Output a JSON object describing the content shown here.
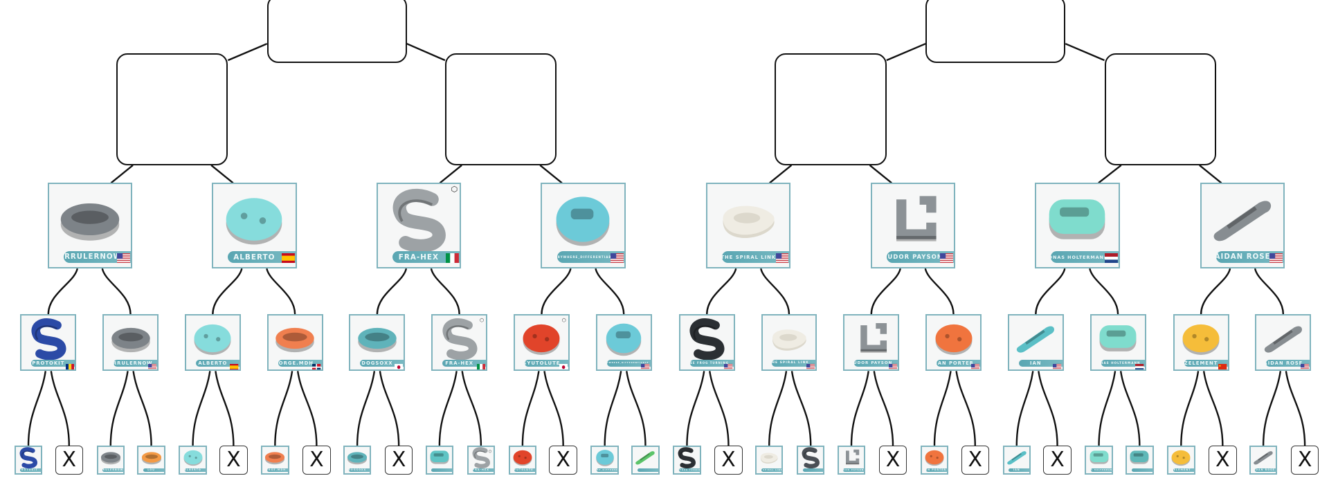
{
  "bracket": {
    "final_slots": [
      {
        "label": ""
      },
      {
        "label": ""
      }
    ],
    "quarterfinal_slots": [
      {
        "label": ""
      },
      {
        "label": ""
      },
      {
        "label": ""
      },
      {
        "label": ""
      }
    ],
    "round_of_16": [
      {
        "name": "URRULERNOW",
        "flag": "us",
        "shape": "oval-ring",
        "color": "#7d8388"
      },
      {
        "name": "ALBERTO",
        "flag": "es",
        "shape": "disc",
        "color": "#86dcdc"
      },
      {
        "name": "FRA-HEX",
        "flag": "it",
        "shape": "s-hook",
        "color": "#9da2a5",
        "logo": "HX"
      },
      {
        "name": "EVERYWHERE_DIFFERENTIABLE",
        "flag": "us",
        "shape": "blob",
        "color": "#6ccad8"
      },
      {
        "name": "THE SPIRAL LINK",
        "flag": "us",
        "shape": "flat-ring",
        "color": "#efece3"
      },
      {
        "name": "TUDOR PAYSON",
        "flag": "us",
        "shape": "c-hook",
        "color": "#8c9296"
      },
      {
        "name": "JONAS HOLTERMANN",
        "flag": "nl",
        "shape": "box-ring",
        "color": "#7fdccd"
      },
      {
        "name": "AIDAN ROSE",
        "flag": "us",
        "shape": "clip",
        "color": "#878d91"
      }
    ],
    "round_of_32": [
      {
        "name": "PROTOKIT",
        "flag": "ro",
        "shape": "s-hook",
        "color": "#2b4aa6"
      },
      {
        "name": "URRULERNOW",
        "flag": "us",
        "shape": "oval-ring",
        "color": "#7d8388"
      },
      {
        "name": "ALBERTO",
        "flag": "es",
        "shape": "disc",
        "color": "#86dcdc"
      },
      {
        "name": "JORGE.MDH",
        "flag": "do",
        "shape": "oval-ring",
        "color": "#f07f4f"
      },
      {
        "name": "DOGSOXX",
        "flag": "jp",
        "shape": "oval-ring",
        "color": "#5fb3ba"
      },
      {
        "name": "FRA-HEX",
        "flag": "it",
        "shape": "s-hook",
        "color": "#9da2a5",
        "logo": "HX"
      },
      {
        "name": "SYUTOLUTE",
        "flag": "jp",
        "shape": "disc",
        "color": "#e1442a",
        "logo": "HX"
      },
      {
        "name": "EVERYWHERE_DIFFERENTIABLE",
        "flag": "us",
        "shape": "blob",
        "color": "#6ccad8"
      },
      {
        "name": "FREE FROG TURNING",
        "flag": "us",
        "shape": "s-hook",
        "color": "#2b2f33"
      },
      {
        "name": "THE SPIRAL LINK",
        "flag": "us",
        "shape": "flat-ring",
        "color": "#efece3"
      },
      {
        "name": "TUDOR PAYSON",
        "flag": "us",
        "shape": "c-hook",
        "color": "#8c9296"
      },
      {
        "name": "DAN PORTER",
        "flag": "us",
        "shape": "disc",
        "color": "#f0743e"
      },
      {
        "name": "IAN",
        "flag": "us",
        "shape": "clip",
        "color": "#5bbfc6"
      },
      {
        "name": "JONAS HOLTERMANN",
        "flag": "nl",
        "shape": "box-ring",
        "color": "#7fdccd"
      },
      {
        "name": "ZELEMENT",
        "flag": "cn",
        "shape": "disc",
        "color": "#f5bd3a"
      },
      {
        "name": "AIDAN ROSE",
        "flag": "us",
        "shape": "clip",
        "color": "#878d91"
      }
    ],
    "round_of_64": [
      {
        "name": "PROTOKIT",
        "flag": "ro",
        "shape": "s-hook",
        "color": "#2b4aa6"
      },
      {
        "bye": true,
        "label": "X"
      },
      {
        "name": "URRULERNOW",
        "flag": "us",
        "shape": "oval-ring",
        "color": "#7d8388"
      },
      {
        "name": "LOU",
        "flag": "us",
        "shape": "oval-ring",
        "color": "#f39a45"
      },
      {
        "name": "ALBERTO",
        "flag": "es",
        "shape": "disc",
        "color": "#86dcdc"
      },
      {
        "bye": true,
        "label": "X"
      },
      {
        "name": "JORGE.MDH",
        "flag": "do",
        "shape": "oval-ring",
        "color": "#f07f4f"
      },
      {
        "bye": true,
        "label": "X"
      },
      {
        "name": "DOGSOXX",
        "flag": "jp",
        "shape": "oval-ring",
        "color": "#5fb3ba"
      },
      {
        "bye": true,
        "label": "X"
      },
      {
        "name": "",
        "flag": "",
        "shape": "box-ring",
        "color": "#5fc4c4"
      },
      {
        "name": "FRA-HEX",
        "flag": "it",
        "shape": "s-hook",
        "color": "#9da2a5",
        "logo": "HX"
      },
      {
        "name": "SYUTOLUTE",
        "flag": "jp",
        "shape": "disc",
        "color": "#e1442a"
      },
      {
        "bye": true,
        "label": "X"
      },
      {
        "name": "EVERYWHERE_DIFFERENTIABLE",
        "flag": "us",
        "shape": "blob",
        "color": "#6ccad8"
      },
      {
        "name": "",
        "flag": "us",
        "shape": "clip",
        "color": "#5cc46a"
      },
      {
        "name": "FREE FROG TURNING",
        "flag": "us",
        "shape": "s-hook",
        "color": "#2b2f33"
      },
      {
        "bye": true,
        "label": "X"
      },
      {
        "name": "THE SPIRAL LINK",
        "flag": "us",
        "shape": "flat-ring",
        "color": "#efece3"
      },
      {
        "name": "",
        "flag": "",
        "shape": "s-hook",
        "color": "#4a4f55"
      },
      {
        "name": "TUDOR PAYSON",
        "flag": "us",
        "shape": "c-hook",
        "color": "#8c9296"
      },
      {
        "bye": true,
        "label": "X"
      },
      {
        "name": "DAN PORTER",
        "flag": "us",
        "shape": "disc",
        "color": "#f0743e"
      },
      {
        "bye": true,
        "label": "X"
      },
      {
        "name": "IAN",
        "flag": "us",
        "shape": "clip",
        "color": "#5bbfc6"
      },
      {
        "bye": true,
        "label": "X"
      },
      {
        "name": "JONAS HOLTERMANN",
        "flag": "nl",
        "shape": "box-ring",
        "color": "#7fdccd"
      },
      {
        "name": "",
        "flag": "us",
        "shape": "box-ring",
        "color": "#5fb8b8"
      },
      {
        "name": "ZELEMENT",
        "flag": "cn",
        "shape": "disc",
        "color": "#f5bd3a"
      },
      {
        "bye": true,
        "label": "X"
      },
      {
        "name": "AIDAN ROSE",
        "flag": "us",
        "shape": "clip",
        "color": "#878d91"
      },
      {
        "bye": true,
        "label": "X"
      }
    ]
  },
  "colors": {
    "card_border": "#7fb3bd",
    "pill": "#5aa6b2",
    "slot_border": "#111111",
    "line": "#111111"
  }
}
